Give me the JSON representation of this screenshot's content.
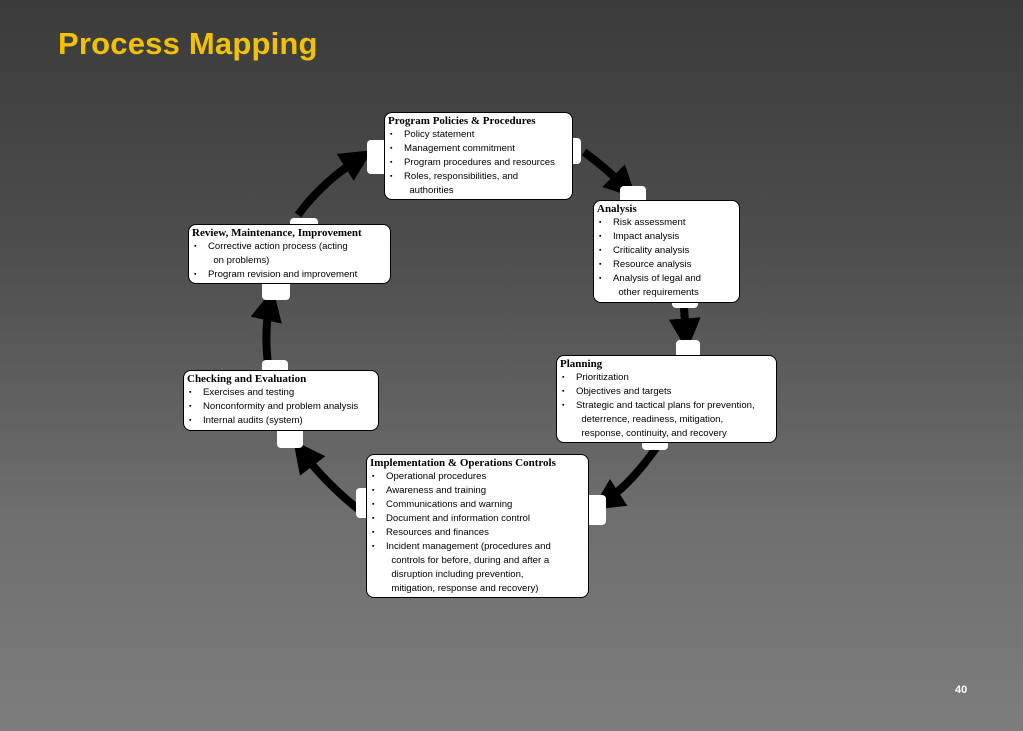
{
  "slide": {
    "title": "Process Mapping",
    "page_number": "40"
  },
  "bullet_glyph": "▪",
  "boxes": {
    "policies": {
      "heading": "Program Policies & Procedures",
      "items": [
        "Policy statement",
        "Management commitment",
        "Program procedures and resources",
        "Roles, responsibilities, and\n  authorities"
      ]
    },
    "analysis": {
      "heading": "Analysis",
      "items": [
        "Risk assessment",
        "Impact analysis",
        "Criticality analysis",
        "Resource analysis",
        "Analysis of legal and\n  other requirements"
      ]
    },
    "planning": {
      "heading": "Planning",
      "items": [
        "Prioritization",
        "Objectives and targets",
        "Strategic and tactical plans for prevention,\n  deterrence, readiness, mitigation,\n  response, continuity, and recovery"
      ]
    },
    "implementation": {
      "heading": "Implementation & Operations Controls",
      "items": [
        "Operational procedures",
        "Awareness and training",
        "Communications and warning",
        "Document and information control",
        "Resources and finances",
        "Incident management (procedures and\n  controls for before, during and after a\n  disruption including prevention,\n  mitigation, response and recovery)"
      ]
    },
    "checking": {
      "heading": "Checking and Evaluation",
      "items": [
        "Exercises and testing",
        "Nonconformity and problem analysis",
        "Internal audits (system)"
      ]
    },
    "review": {
      "heading": "Review, Maintenance, Improvement",
      "items": [
        "Corrective action process (acting\n  on problems)",
        "Program revision and improvement"
      ]
    }
  },
  "colors": {
    "title": "#f2c200",
    "arrow": "#000000",
    "box_fill": "#ffffff"
  }
}
